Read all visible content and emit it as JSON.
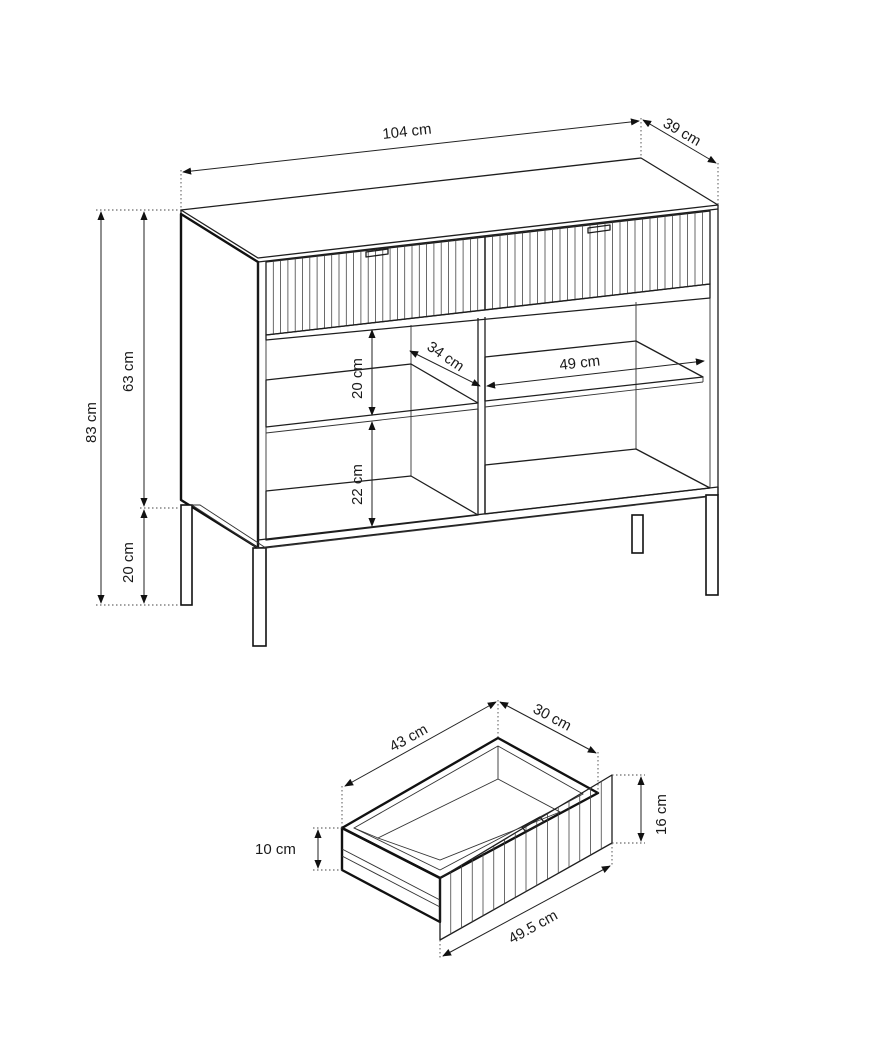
{
  "sideboard": {
    "width_label": "104 cm",
    "depth_label": "39 cm",
    "total_height_label": "83 cm",
    "body_height_label": "63 cm",
    "leg_height_label": "20 cm",
    "upper_shelf_gap_label": "20 cm",
    "lower_shelf_gap_label": "22 cm",
    "shelf_depth_label": "34 cm",
    "shelf_width_label": "49 cm"
  },
  "drawer": {
    "length_label": "43 cm",
    "depth_label": "30 cm",
    "front_height_label": "16 cm",
    "side_height_label": "10 cm",
    "front_width_label": "49.5 cm"
  }
}
